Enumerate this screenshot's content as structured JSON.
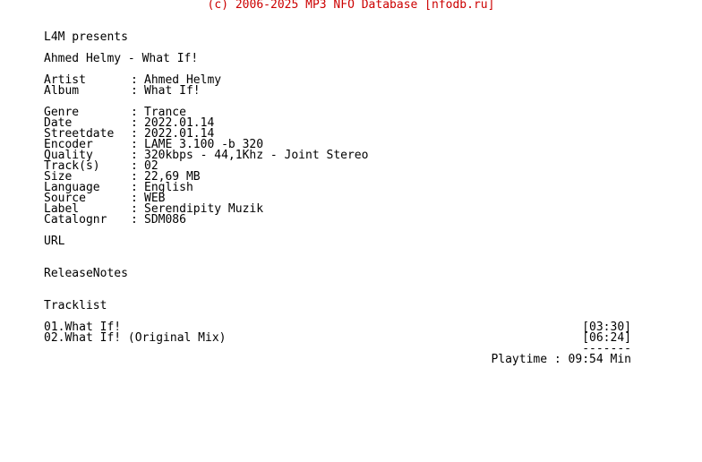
{
  "header": "(c) 2006-2025 MP3 NFO Database [nfodb.ru]",
  "presents": "L4M presents",
  "release_title": "Ahmed Helmy - What If!",
  "info_top": [
    {
      "key": "Artist",
      "value": "Ahmed Helmy"
    },
    {
      "key": "Album",
      "value": "What If!"
    }
  ],
  "info": [
    {
      "key": "Genre",
      "value": "Trance"
    },
    {
      "key": "Date",
      "value": "2022.01.14"
    },
    {
      "key": "Streetdate",
      "value": "2022.01.14"
    },
    {
      "key": "Encoder",
      "value": "LAME 3.100 -b 320"
    },
    {
      "key": "Quality",
      "value": "320kbps - 44,1Khz - Joint Stereo"
    },
    {
      "key": "Track(s)",
      "value": "02"
    },
    {
      "key": "Size",
      "value": "22,69 MB"
    },
    {
      "key": "Language",
      "value": "English"
    },
    {
      "key": "Source",
      "value": "WEB"
    },
    {
      "key": "Label",
      "value": "Serendipity Muzik"
    },
    {
      "key": "Catalognr",
      "value": "SDM086"
    }
  ],
  "separator": ":",
  "url_label": "URL",
  "release_notes_label": "ReleaseNotes",
  "tracklist_label": "Tracklist",
  "tracks": [
    {
      "title": "01.What If!",
      "time": "[03:30]"
    },
    {
      "title": "02.What If! (Original Mix)",
      "time": "[06:24]"
    }
  ],
  "dash_line": "-------",
  "playtime": "Playtime : 09:54 Min"
}
